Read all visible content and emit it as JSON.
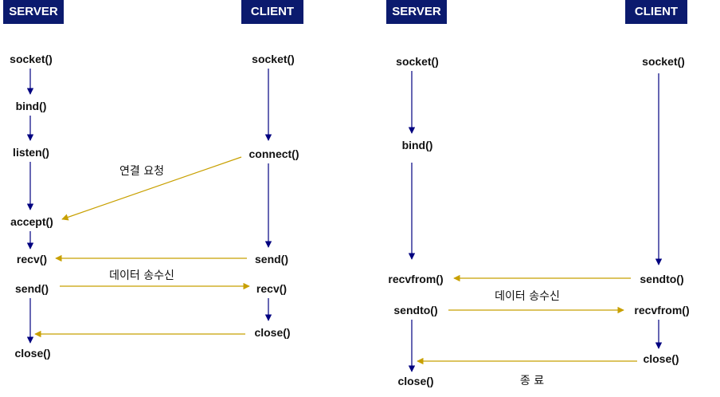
{
  "tcp": {
    "server_header": "SERVER",
    "client_header": "CLIENT",
    "server_calls": [
      "socket()",
      "bind()",
      "listen()",
      "accept()",
      "recv()",
      "send()",
      "close()"
    ],
    "client_calls": [
      "socket()",
      "connect()",
      "send()",
      "recv()",
      "close()"
    ],
    "connection_request_note": "연결 요청",
    "data_exchange_note": "데이터 송수신"
  },
  "udp": {
    "server_header": "SERVER",
    "client_header": "CLIENT",
    "server_calls": [
      "socket()",
      "bind()",
      "recvfrom()",
      "sendto()",
      "close()"
    ],
    "client_calls": [
      "socket()",
      "sendto()",
      "recvfrom()",
      "close()"
    ],
    "data_exchange_note": "데이터 송수신",
    "termination_note": "종 료"
  },
  "colors": {
    "header_bg": "#0b1a6e",
    "flow_arrow": "#000080",
    "message_arrow": "#c8a000"
  }
}
